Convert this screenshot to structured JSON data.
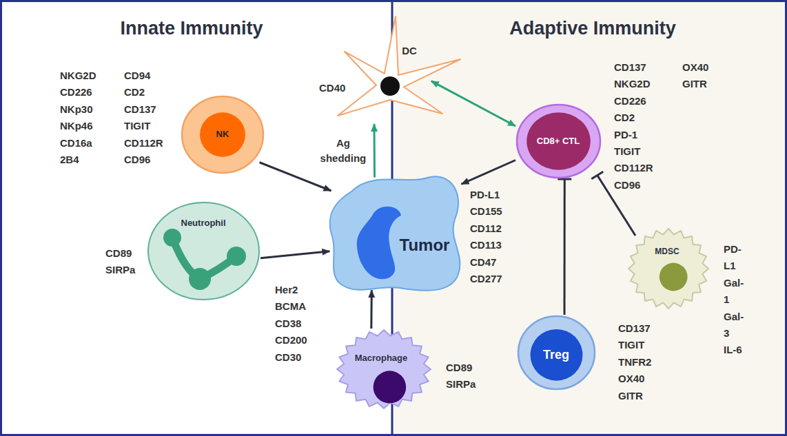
{
  "diagram": {
    "nodes": [
      {
        "text": [
          "Innate Immunity"
        ]
      },
      {
        "text": [
          "Adaptive Immunity"
        ]
      },
      {
        "text": [
          "NK"
        ],
        "in": 0
      },
      {
        "text": [
          "DC"
        ]
      },
      {
        "text": [
          "Neutrophil"
        ],
        "in": 0
      },
      {
        "text": [
          "Tumor"
        ]
      },
      {
        "text": [
          "Macrophage"
        ]
      },
      {
        "text": [
          "CD8+ CTL"
        ],
        "in": 1
      },
      {
        "text": [
          "MDSC"
        ],
        "in": 1
      },
      {
        "text": [
          "Treg"
        ],
        "in": 1
      }
    ],
    "edges": [
      {
        "from": 2,
        "to": 5,
        "arrow": "to"
      },
      {
        "from": 4,
        "to": 5,
        "arrow": "to"
      },
      {
        "from": 6,
        "to": 5,
        "arrow": "to"
      },
      {
        "from": 7,
        "to": 5,
        "arrow": "to"
      },
      {
        "from": 5,
        "to": 3,
        "label": "Ag shedding",
        "arrow": "to"
      },
      {
        "from": 3,
        "to": 7,
        "arrow": "both"
      },
      {
        "from": 9,
        "to": 7,
        "arrow": "to"
      },
      {
        "from": 8,
        "to": 7,
        "arrow": "to"
      }
    ],
    "labels": [
      "CD40",
      "NKG2D CD226 NKp30 NKp46 CD16a 2B4",
      "CD94 CD2 CD137 TIGIT CD112R CD96",
      "CD89 SIRPa",
      "PD-L1 CD155 CD112 CD113 CD47 CD277",
      "Her2 BCMA CD38 CD200 CD30",
      "CD89 SIRPa",
      "CD137 NKG2D CD226 CD2 PD-1 TIGIT CD112R CD96",
      "OX40 GITR",
      "PD-L1 Gal-1 Gal-3 IL-6",
      "CD137 TIGIT TNFR2 OX40 GITR"
    ]
  }
}
